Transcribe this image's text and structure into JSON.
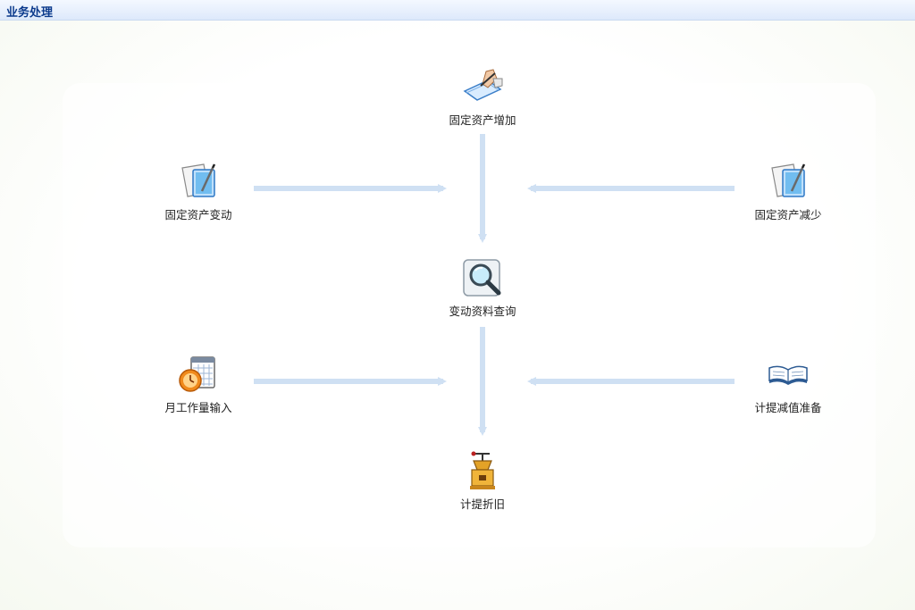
{
  "header": {
    "title": "业务处理"
  },
  "flow": {
    "nodes": {
      "asset_add": {
        "label": "固定资产增加",
        "icon": "hand-writing-icon"
      },
      "asset_change": {
        "label": "固定资产变动",
        "icon": "document-edit-icon"
      },
      "asset_reduce": {
        "label": "固定资产减少",
        "icon": "document-edit-icon"
      },
      "change_query": {
        "label": "变动资料查询",
        "icon": "magnifier-icon"
      },
      "monthly_workload": {
        "label": "月工作量输入",
        "icon": "calendar-clock-icon"
      },
      "impairment_provision": {
        "label": "计提减值准备",
        "icon": "open-book-icon"
      },
      "depreciation": {
        "label": "计提折旧",
        "icon": "coffee-grinder-icon"
      }
    }
  },
  "colors": {
    "arrow": "#cfe0f3",
    "title": "#0b3a8c",
    "titlebar": "#dde9fb"
  }
}
